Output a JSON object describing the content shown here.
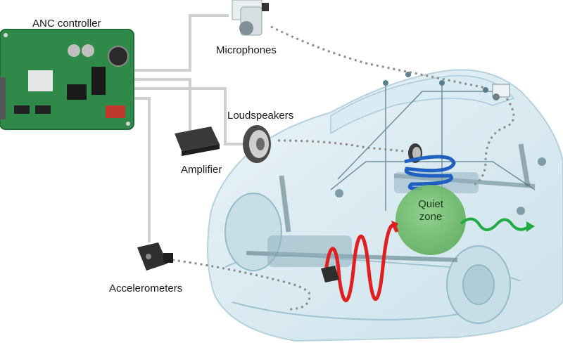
{
  "labels": {
    "controller": "ANC controller",
    "microphones": "Microphones",
    "loudspeakers": "Loudspeakers",
    "amplifier": "Amplifier",
    "accelerometers": "Accelerometers",
    "quiet_zone_line1": "Quiet",
    "quiet_zone_line2": "zone"
  },
  "colors": {
    "pcb": "#2f8a4a",
    "wires": "#cfcfcf",
    "signal_path": "#8c8c8c",
    "speaker_wave": "#1f5fbf",
    "vibration_wave": "#e02020",
    "quiet_zone": "#6fbf6a",
    "output_wave": "#22aa44",
    "car_body": "#b8d6e2"
  },
  "icons": {
    "controller": "pcb-board-icon",
    "microphone": "microphone-icon",
    "loudspeaker": "loudspeaker-icon",
    "amplifier": "amplifier-icon",
    "accelerometer": "accelerometer-icon"
  }
}
